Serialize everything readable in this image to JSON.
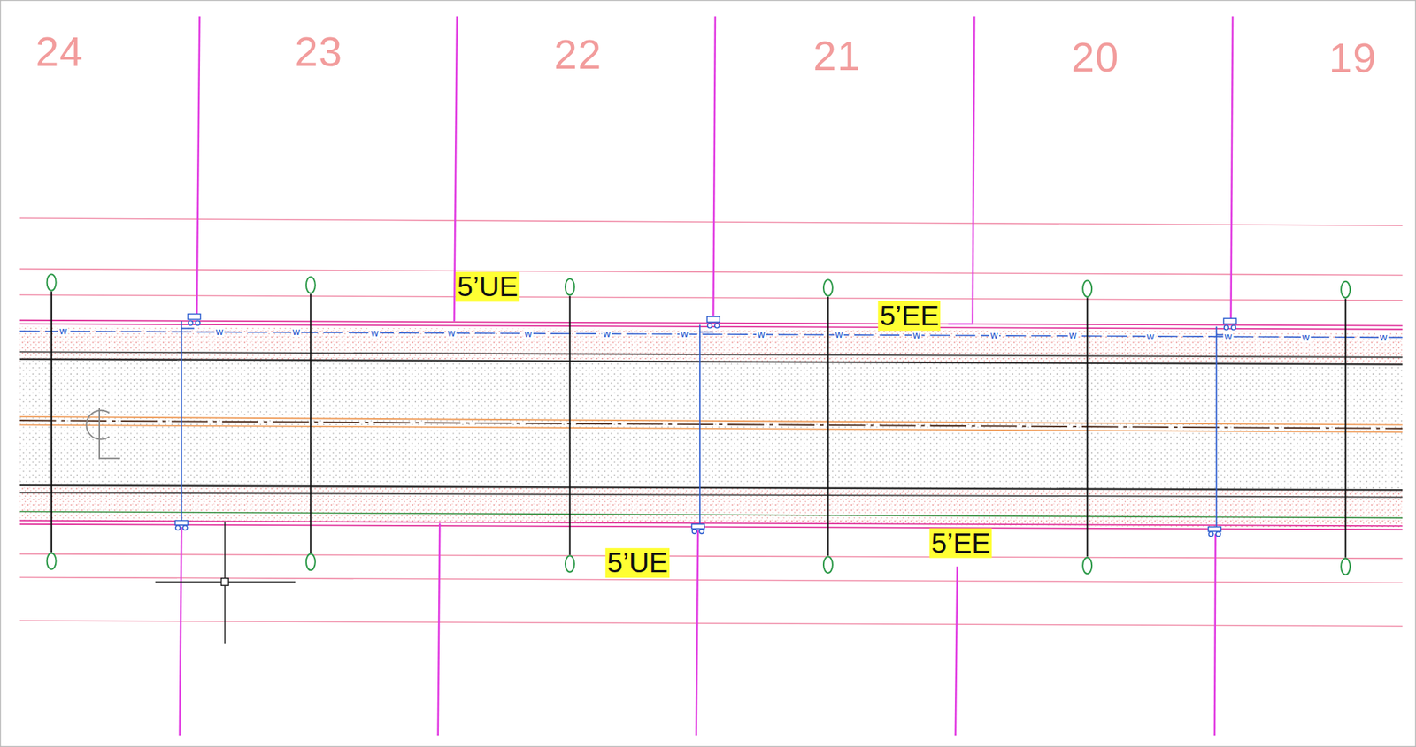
{
  "diagram": {
    "labels": [
      "24",
      "23",
      "22",
      "21",
      "20",
      "19",
      "5’UE",
      "5’EE",
      "w",
      "w",
      "w",
      "w",
      "w",
      "w",
      "w",
      "w",
      "w",
      "w",
      "w",
      "w",
      "w",
      "w",
      "w",
      "w",
      "w",
      "5’UE",
      "5’EE"
    ]
  }
}
